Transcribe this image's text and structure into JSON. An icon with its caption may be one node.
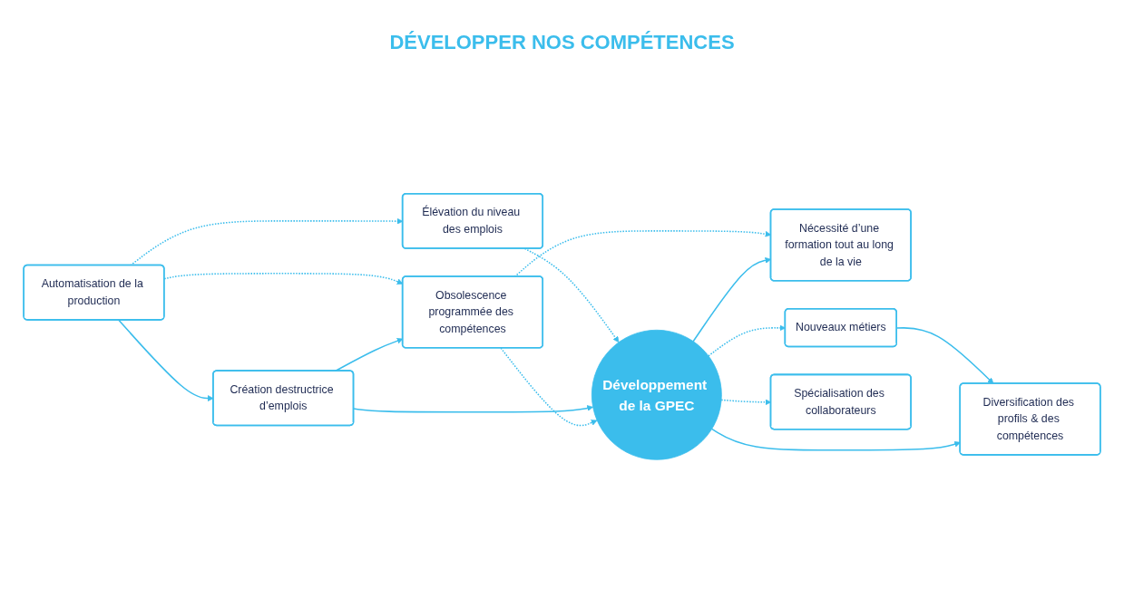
{
  "diagram": {
    "title": "DÉVELOPPER NOS COMPÉTENCES",
    "nodes": [
      {
        "text": [
          "Automatisation de la production"
        ]
      },
      {
        "text": [
          "Élévation du niveau des emplois"
        ]
      },
      {
        "text": [
          "Création destructrice d’emplois"
        ]
      },
      {
        "text": [
          "Obsolescence programmée des compétences"
        ]
      },
      {
        "text": [
          "Développement de la GPEC"
        ]
      },
      {
        "text": [
          "Nécessité d’une formation tout au long de la vie"
        ]
      },
      {
        "text": [
          "Nouveaux métiers"
        ]
      },
      {
        "text": [
          "Diversification des profils & des compétences"
        ]
      },
      {
        "text": [
          "Spécialisation des collaborateurs"
        ]
      }
    ],
    "edges": [
      {
        "from": 0,
        "to": 1,
        "arrow": "to",
        "style": "dashed"
      },
      {
        "from": 0,
        "to": 2,
        "arrow": "to"
      },
      {
        "from": 0,
        "to": 3,
        "arrow": "to",
        "style": "dashed"
      },
      {
        "from": 1,
        "to": 4,
        "arrow": "to",
        "style": "dashed"
      },
      {
        "from": 2,
        "to": 4,
        "arrow": "to"
      },
      {
        "from": 2,
        "to": 3,
        "arrow": "to"
      },
      {
        "from": 3,
        "to": 4,
        "arrow": "to",
        "style": "dashed"
      },
      {
        "from": 3,
        "to": 5,
        "arrow": "to",
        "style": "dashed"
      },
      {
        "from": 4,
        "to": 5,
        "arrow": "to"
      },
      {
        "from": 4,
        "to": 6,
        "arrow": "to",
        "style": "dashed"
      },
      {
        "from": 6,
        "to": 7,
        "arrow": "to"
      },
      {
        "from": 4,
        "to": 7,
        "arrow": "to"
      },
      {
        "from": 4,
        "to": 8,
        "arrow": "to",
        "style": "dashed"
      }
    ]
  }
}
